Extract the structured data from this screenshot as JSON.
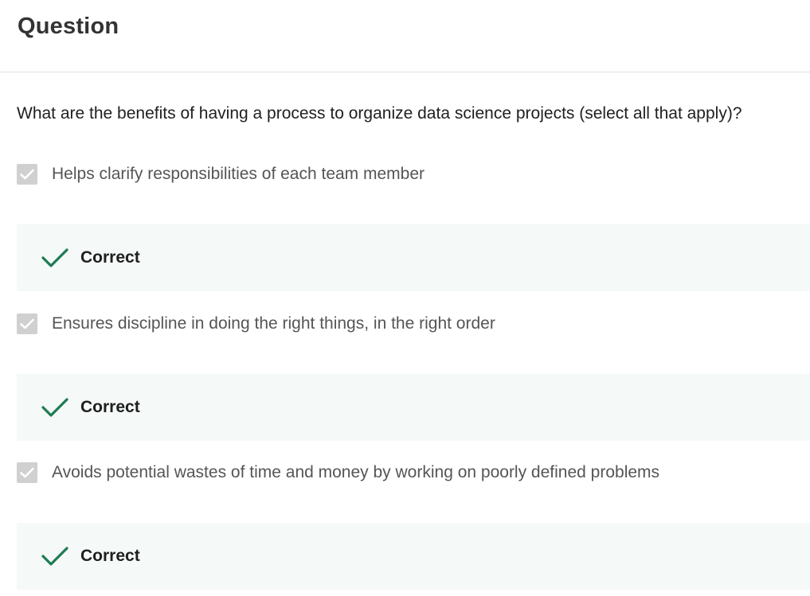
{
  "header": {
    "title": "Question"
  },
  "question": {
    "text": "What are the benefits of having a process to organize data science projects (select all that apply)?"
  },
  "options": [
    {
      "label": "Helps clarify responsibilities of each team member",
      "checked": true,
      "feedback": "Correct"
    },
    {
      "label": "Ensures discipline in doing the right things, in the right order",
      "checked": true,
      "feedback": "Correct"
    },
    {
      "label": "Avoids potential wastes of time and money by working on poorly defined problems",
      "checked": true,
      "feedback": "Correct"
    }
  ],
  "colors": {
    "checkbox_fill": "#d0d0d0",
    "correct_green": "#1e7b53",
    "feedback_bg": "#f5f9f7"
  },
  "icons": {
    "checkbox": "checkbox-checked-icon",
    "feedback": "checkmark-icon"
  }
}
